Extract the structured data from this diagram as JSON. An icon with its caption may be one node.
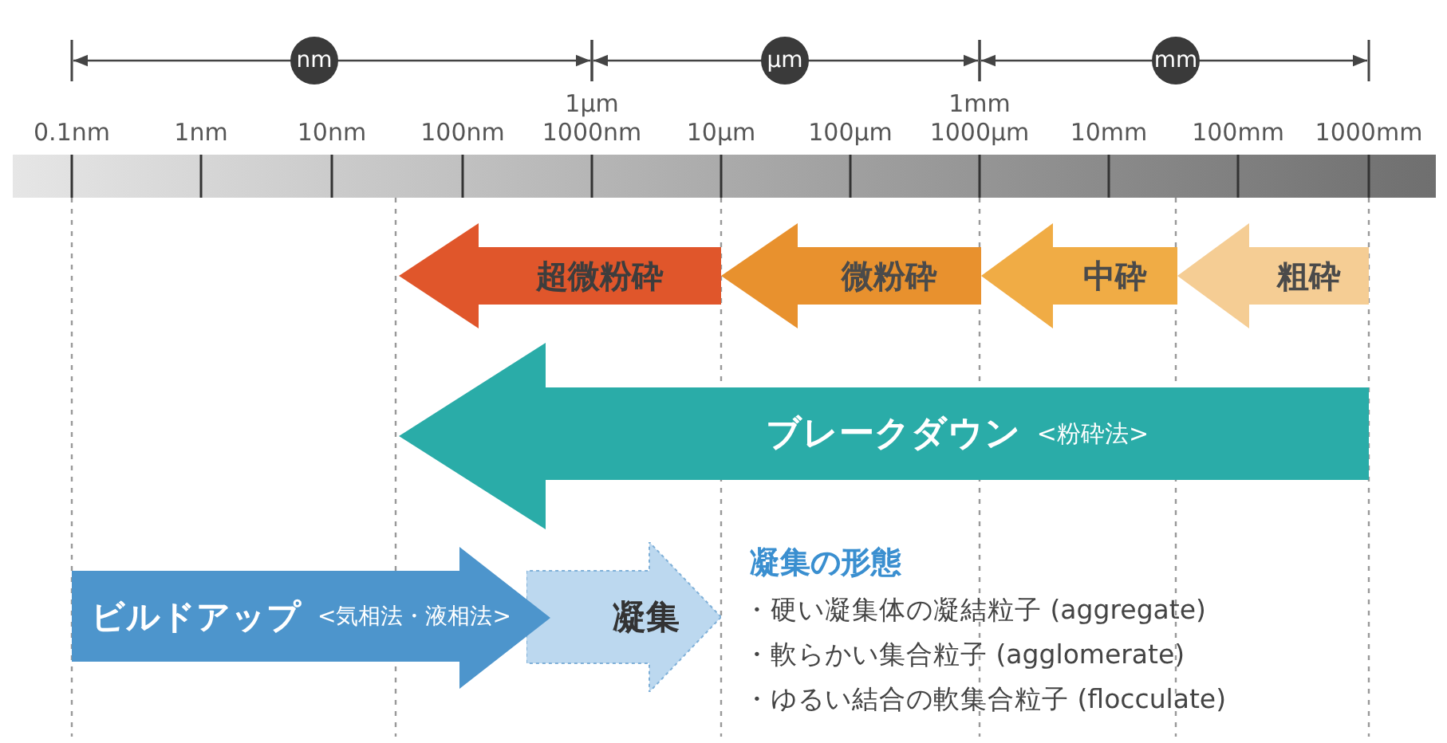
{
  "diagram": {
    "nodes": [
      {
        "text": [
          "nm"
        ]
      },
      {
        "text": [
          "μm"
        ]
      },
      {
        "text": [
          "mm"
        ]
      },
      {
        "text": [
          "超微粉砕"
        ]
      },
      {
        "text": [
          "微粉砕"
        ]
      },
      {
        "text": [
          "中砕"
        ]
      },
      {
        "text": [
          "粗砕"
        ]
      },
      {
        "text": [
          "ブレークダウン",
          "<粉砕法>"
        ]
      },
      {
        "text": [
          "ビルドアップ",
          "<気相法・液相法>"
        ]
      },
      {
        "text": [
          "凝集"
        ]
      }
    ],
    "labels": [
      "1μm",
      "1mm",
      "0.1nm",
      "1nm",
      "10nm",
      "100nm",
      "1000nm",
      "10μm",
      "100μm",
      "1000μm",
      "10mm",
      "100mm",
      "1000mm",
      "凝集の形態",
      "・硬い凝集体の凝結粒子 (aggregate)",
      "・軟らかい集合粒子 (agglomerate)",
      "・ゆるい結合の軟集合粒子 (flocculate)"
    ]
  }
}
